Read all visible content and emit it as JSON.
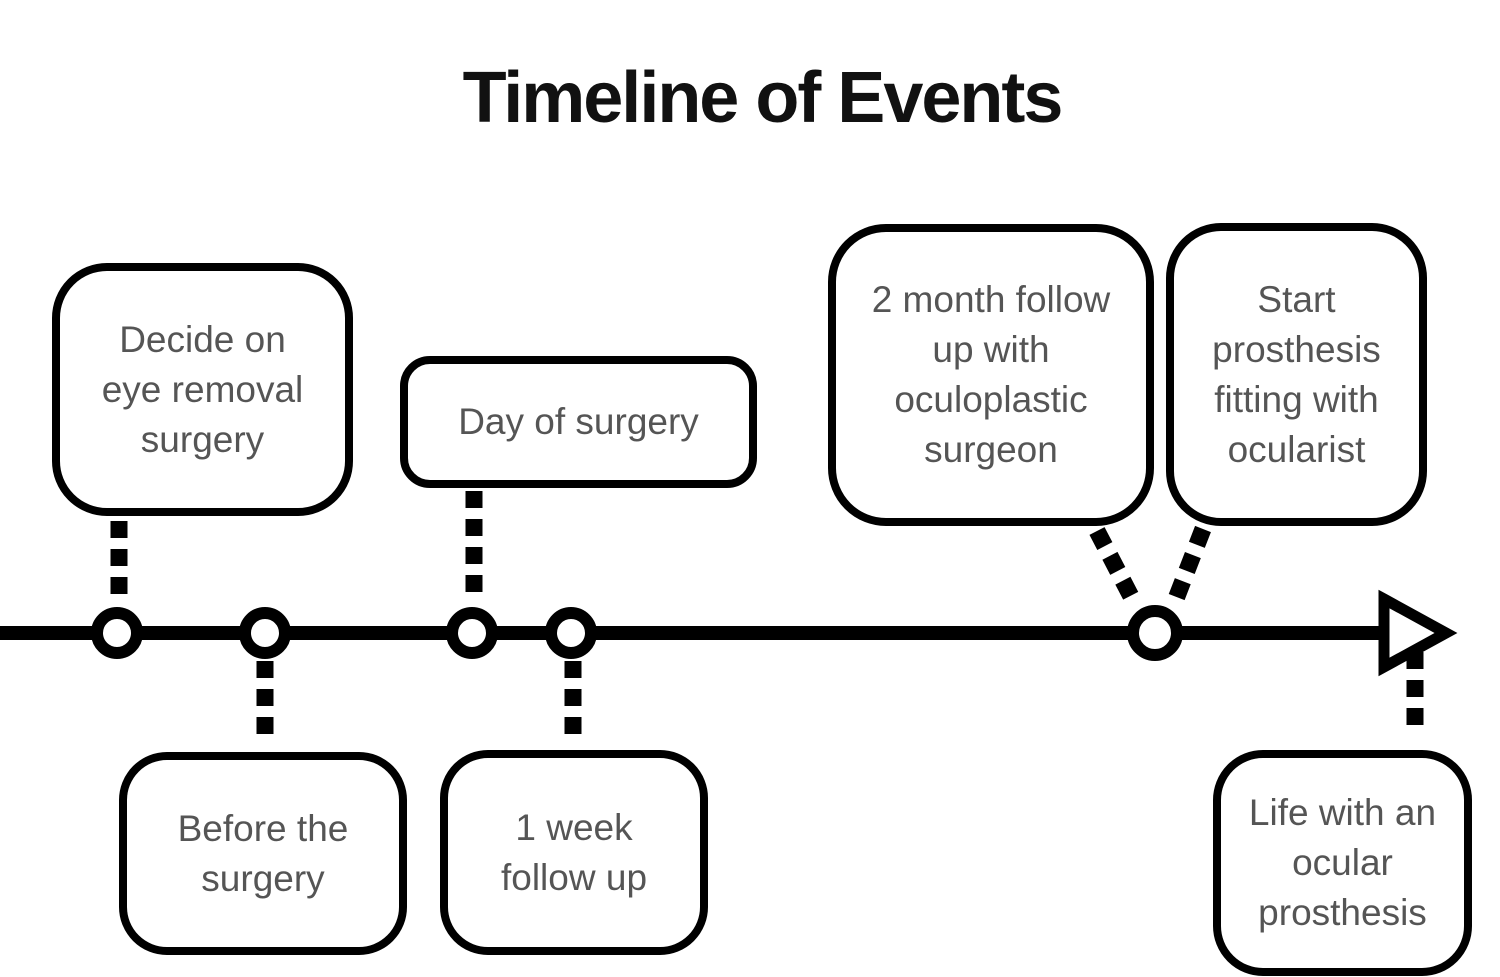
{
  "title": "Timeline of Events",
  "colors": {
    "line": "#000000",
    "box_border": "#000000",
    "box_text": "#555555",
    "title_text": "#111111",
    "background": "#ffffff"
  },
  "events": {
    "decide_on_surgery": {
      "label": "Decide on\neye removal\nsurgery",
      "position": "above-line"
    },
    "before_surgery": {
      "label": "Before the\nsurgery",
      "position": "below-line"
    },
    "day_of_surgery": {
      "label": "Day of surgery",
      "position": "above-line"
    },
    "one_week_follow_up": {
      "label": "1 week\nfollow up",
      "position": "below-line"
    },
    "two_month_follow_up": {
      "label": "2 month follow\nup with\noculoplastic\nsurgeon",
      "position": "above-line"
    },
    "start_prosthesis_fitting": {
      "label": "Start\nprosthesis\nfitting with\nocularist",
      "position": "above-line"
    },
    "life_with_prosthesis": {
      "label": "Life with an\nocular\nprosthesis",
      "position": "below-line"
    }
  }
}
